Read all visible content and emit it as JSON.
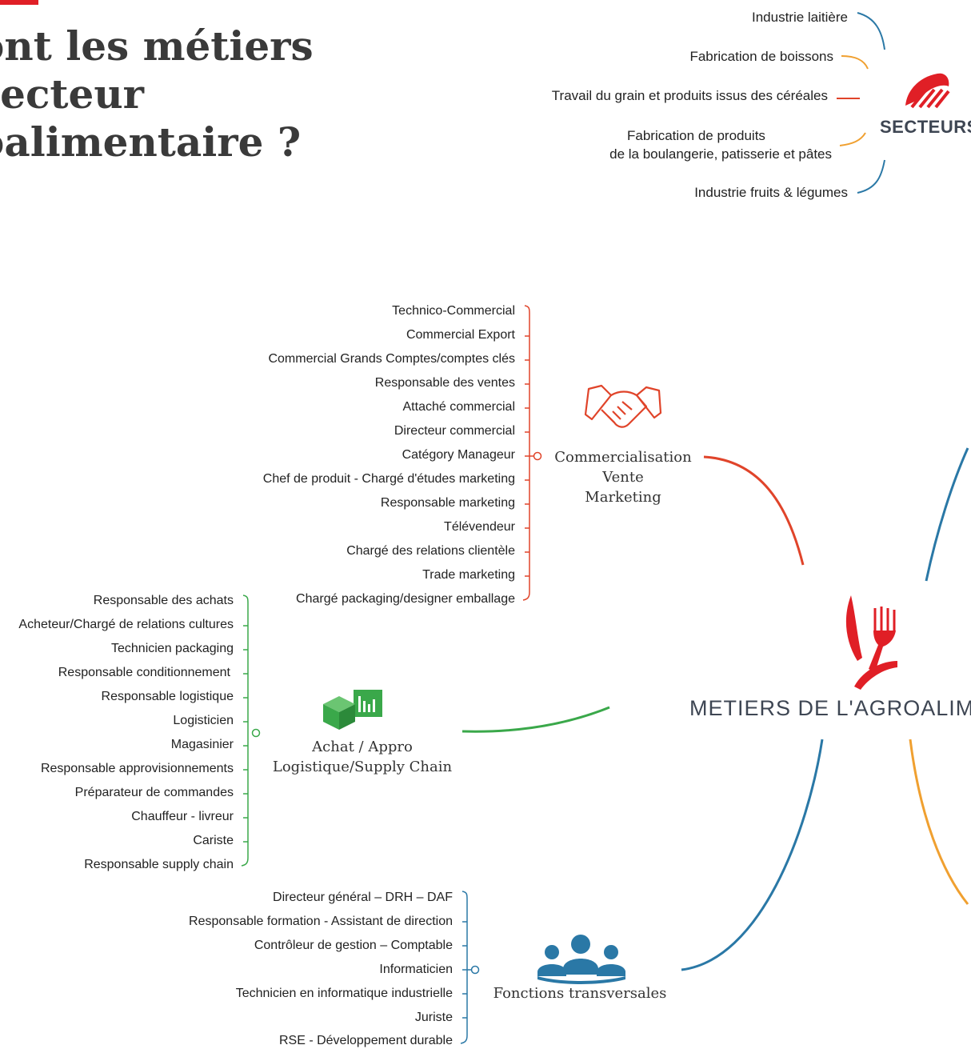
{
  "title_lines": [
    "ont les métiers",
    "secteur",
    "oalimentaire ?"
  ],
  "secteurs": {
    "label": "SECTEURS",
    "items": [
      "Industrie laitière",
      "Fabrication de boissons",
      "Travail du grain et produits issus des céréales",
      "Fabrication de produits",
      "de la boulangerie, patisserie et pâtes",
      "Industrie fruits & légumes"
    ]
  },
  "center": {
    "label": "METIERS DE L'AGROALIME"
  },
  "commercialisation": {
    "label_lines": [
      "Commercialisation",
      "Vente",
      "Marketing"
    ],
    "items": [
      "Technico-Commercial",
      "Commercial Export",
      "Commercial Grands Comptes/comptes clés",
      "Responsable des ventes",
      "Attaché commercial",
      "Directeur commercial",
      "Catégory Manageur",
      "Chef de produit - Chargé d'études marketing",
      "Responsable marketing",
      "Télévendeur",
      "Chargé des relations clientèle",
      "Trade marketing",
      "Chargé packaging/designer emballage"
    ]
  },
  "logistique": {
    "label_lines": [
      "Achat / Appro",
      "Logistique/Supply Chain"
    ],
    "items": [
      "Responsable des achats",
      "Acheteur/Chargé de relations cultures",
      "Technicien packaging",
      "Responsable conditionnement",
      "Responsable logistique",
      "Logisticien",
      "Magasinier",
      "Responsable approvisionnements",
      "Préparateur de commandes",
      "Chauffeur - livreur",
      "Cariste",
      "Responsable supply chain"
    ]
  },
  "transversales": {
    "label": "Fonctions transversales",
    "items": [
      "Directeur général – DRH – DAF",
      "Responsable formation - Assistant de direction",
      "Contrôleur de gestion – Comptable",
      "Informaticien",
      "Technicien en informatique industrielle",
      "Juriste",
      "RSE - Développement durable"
    ]
  },
  "colors": {
    "accent": "#e01f26",
    "commercial": "#e0442a",
    "logistique": "#3aa84a",
    "transversal": "#2a78a6",
    "orange": "#f0a030",
    "blue": "#2a78a6"
  }
}
